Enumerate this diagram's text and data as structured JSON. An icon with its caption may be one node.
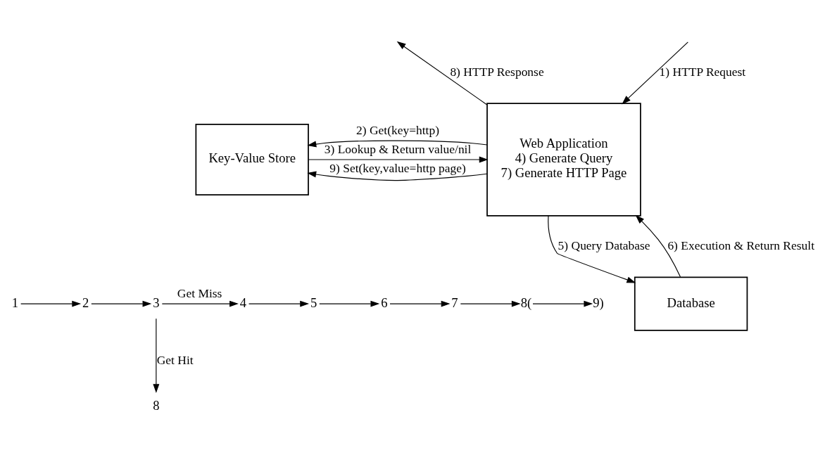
{
  "diagram": {
    "nodes": [
      {
        "text": [
          "Key-Value Store"
        ]
      },
      {
        "text": [
          "Web Application",
          "4) Generate Query",
          "7) Generate HTTP Page"
        ]
      },
      {
        "text": [
          "Database"
        ]
      },
      {
        "text": [
          "1"
        ]
      },
      {
        "text": [
          "2"
        ]
      },
      {
        "text": [
          "3"
        ]
      },
      {
        "text": [
          "8"
        ]
      },
      {
        "text": [
          "4"
        ]
      },
      {
        "text": [
          "5"
        ]
      },
      {
        "text": [
          "6"
        ]
      },
      {
        "text": [
          "7"
        ]
      },
      {
        "text": [
          "8("
        ]
      },
      {
        "text": [
          "9)"
        ]
      }
    ],
    "edges": [
      {
        "from": 1,
        "to": 0,
        "arrow": "to",
        "label": "2) Get(key=http)"
      },
      {
        "from": 0,
        "to": 1,
        "arrow": "to",
        "label": "3) Lookup & Return value/nil"
      },
      {
        "from": 1,
        "to": 0,
        "arrow": "to",
        "label": "9) Set(key,value=http page)"
      },
      {
        "from": 1,
        "to": null,
        "arrow": "to",
        "label": "8) HTTP Response"
      },
      {
        "from": null,
        "to": 1,
        "arrow": "to",
        "label": "1) HTTP Request"
      },
      {
        "from": 2,
        "to": 1,
        "arrow": "to",
        "label": "6) Execution & Return Result"
      },
      {
        "from": 1,
        "to": 2,
        "arrow": "to",
        "label": "5) Query Database"
      },
      {
        "from": 3,
        "to": 4,
        "arrow": "to"
      },
      {
        "from": 4,
        "to": 5,
        "arrow": "to"
      },
      {
        "from": 5,
        "to": 6,
        "arrow": "to",
        "label": "Get Hit"
      },
      {
        "from": 5,
        "to": 7,
        "arrow": "to",
        "label": "Get Miss"
      },
      {
        "from": 7,
        "to": 8,
        "arrow": "to"
      },
      {
        "from": 8,
        "to": 9,
        "arrow": "to"
      },
      {
        "from": 9,
        "to": 10,
        "arrow": "to"
      },
      {
        "from": 10,
        "to": 11,
        "arrow": "to"
      },
      {
        "from": 11,
        "to": 12,
        "arrow": "to"
      }
    ]
  }
}
